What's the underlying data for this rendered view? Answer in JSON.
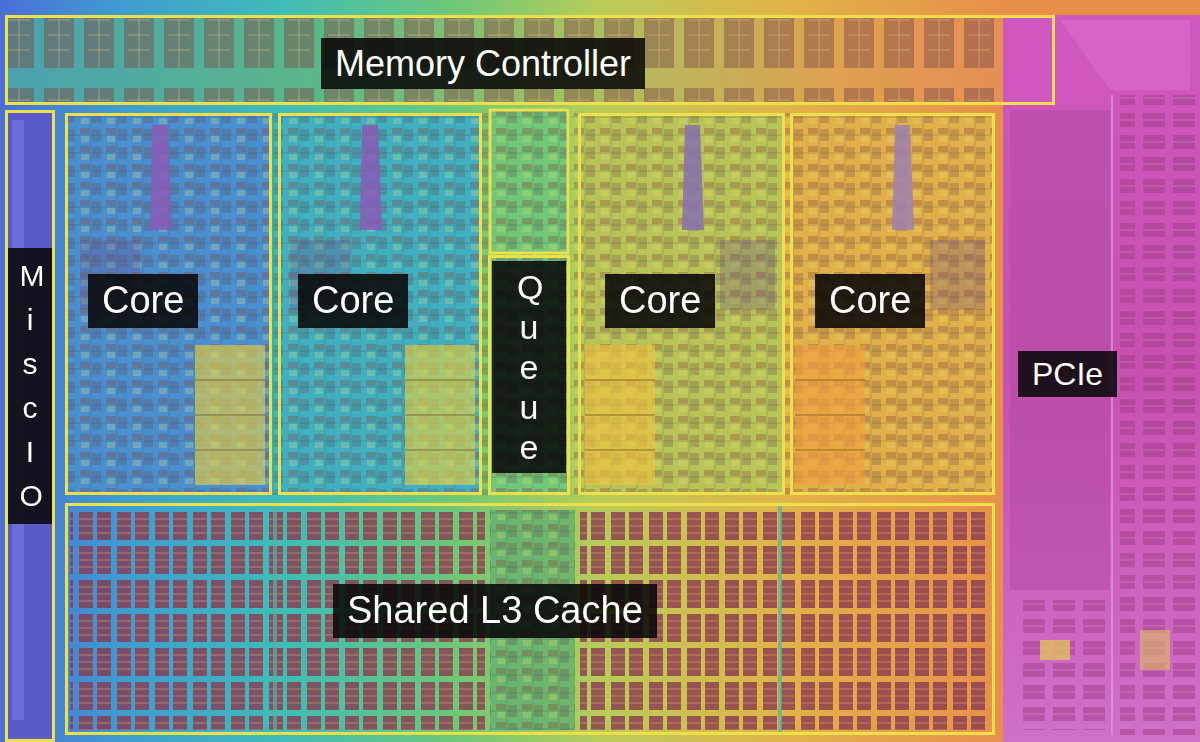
{
  "diagram": {
    "nodes": [
      {
        "text": [
          "Memory Controller"
        ]
      },
      {
        "text": [
          "Misc IO"
        ]
      },
      {
        "text": [
          "Core"
        ]
      },
      {
        "text": [
          "Core"
        ]
      },
      {
        "text": [
          "Queue"
        ]
      },
      {
        "text": [
          "Core"
        ]
      },
      {
        "text": [
          "Core"
        ]
      },
      {
        "text": [
          "PCIe"
        ]
      },
      {
        "text": [
          "Shared L3 Cache"
        ]
      }
    ]
  }
}
